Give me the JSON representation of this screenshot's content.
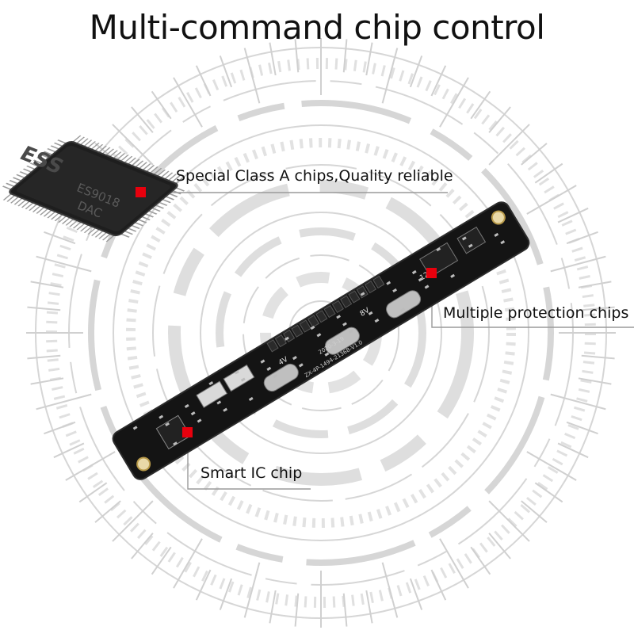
{
  "title": "Multi-command chip control",
  "callouts": [
    {
      "label": "Special Class A chips,Quality reliable"
    },
    {
      "label": "Multiple protection chips"
    },
    {
      "label": "Smart IC chip"
    }
  ],
  "chip_marking": {
    "brand": "ESS",
    "model": "ES9018",
    "type": "DAC"
  },
  "board_markings": {
    "v4": "4V",
    "v8": "8V",
    "v12": "12V",
    "code": "2020-3-19",
    "part": "ZX-4P-1494-2136B-V1.0"
  },
  "colors": {
    "marker": "#e8000d",
    "guide_line": "#9a9a9a",
    "pcb": "#141414",
    "decoration": "#d4d4d4"
  },
  "icons": [
    "dac-chip-icon",
    "pcb-board-icon",
    "marker-square-icon"
  ]
}
